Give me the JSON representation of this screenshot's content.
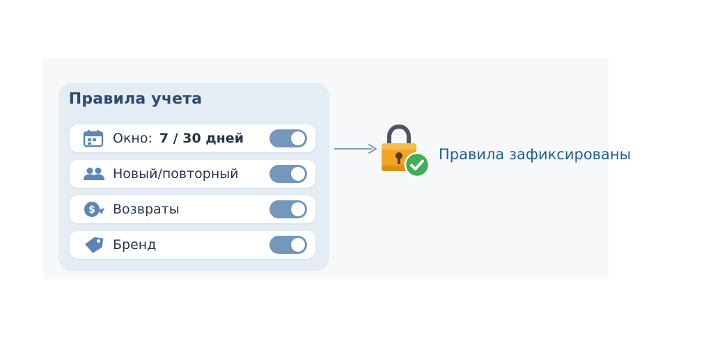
{
  "panel": {
    "title": "Правила учета"
  },
  "rules": [
    {
      "icon": "calendar-icon",
      "label": "Окно:",
      "value": "7 / 30 дней",
      "enabled": true
    },
    {
      "icon": "users-icon",
      "label": "Новый/повторный",
      "value": "",
      "enabled": true
    },
    {
      "icon": "refund-icon",
      "label": "Возвраты",
      "value": "",
      "enabled": true
    },
    {
      "icon": "tag-icon",
      "label": "Бренд",
      "value": "",
      "enabled": true
    }
  ],
  "status": {
    "label": "Правила зафиксированы",
    "icon": "locked-padlock-icon",
    "badge_icon": "check-icon"
  },
  "colors": {
    "panel_bg": "#e4ecf4",
    "toggle_on": "#7497bc",
    "icon_blue": "#5a86b8",
    "title": "#2c4c6e",
    "status_text": "#1d5f99",
    "lock_body": "#f3a526",
    "check_badge": "#3fae57"
  }
}
